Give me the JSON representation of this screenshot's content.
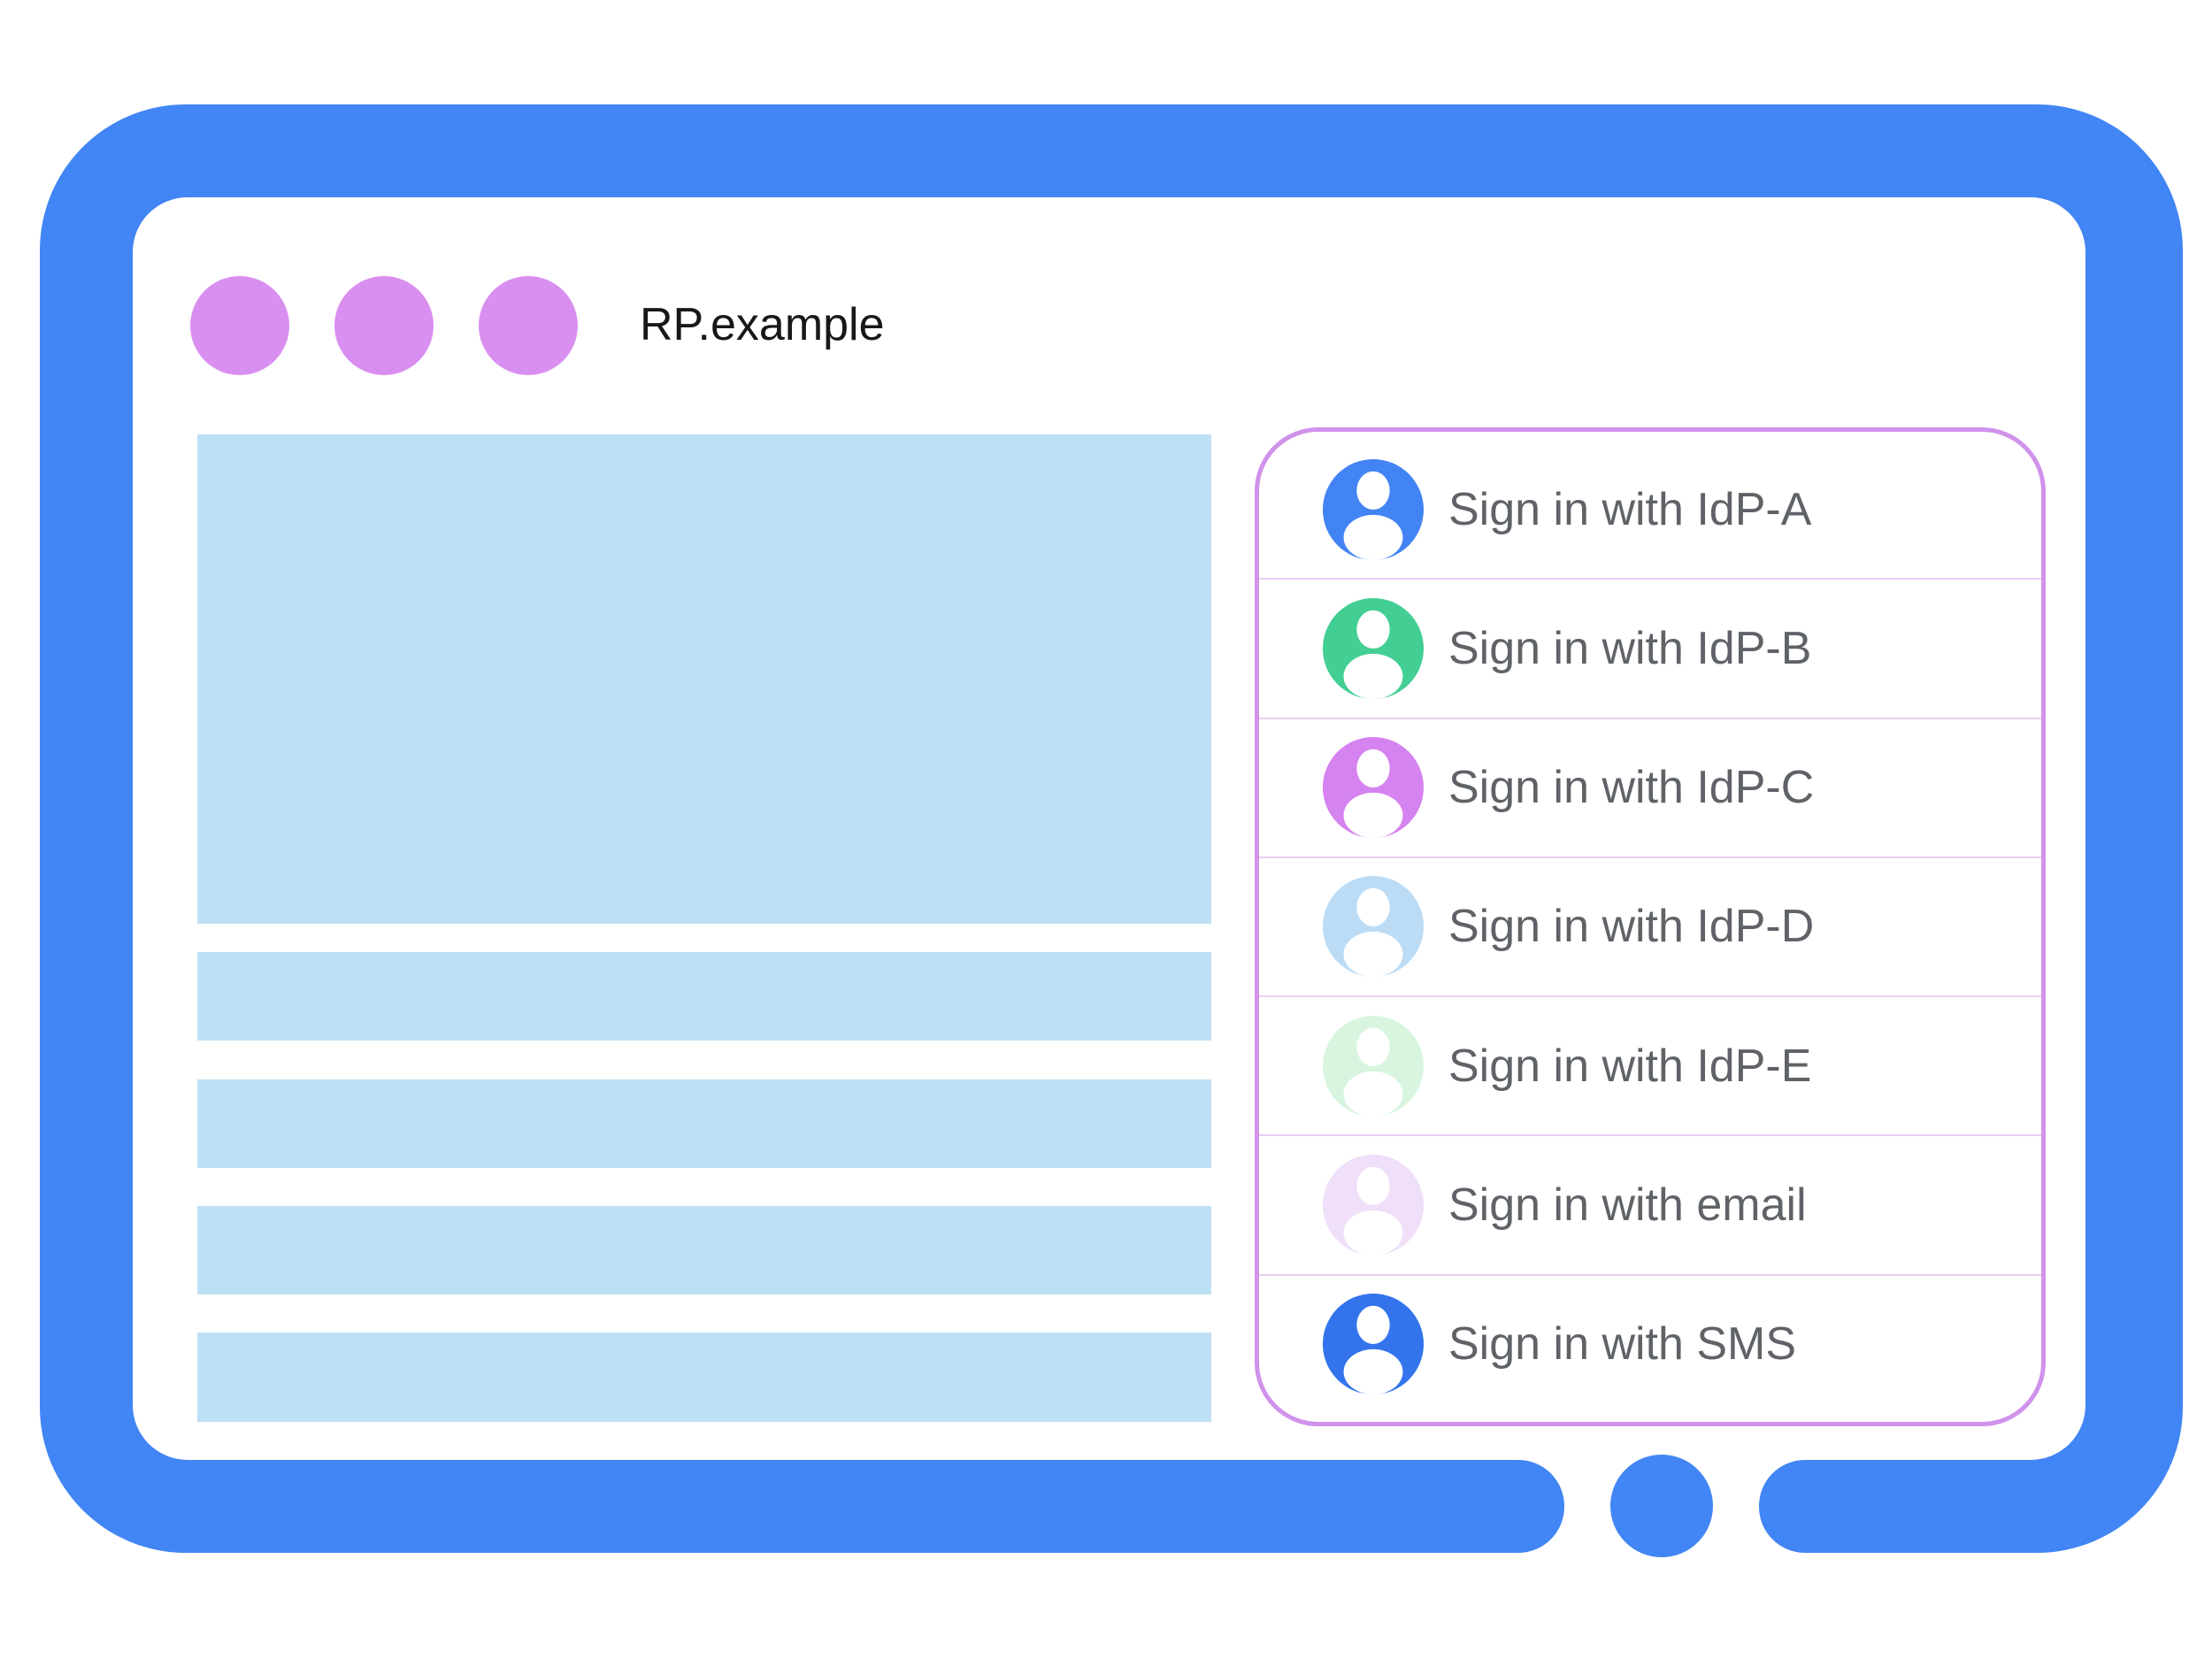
{
  "window": {
    "title": "RP.example",
    "control_dots": [
      "window-dot",
      "window-dot",
      "window-dot"
    ]
  },
  "signin_panel": {
    "items": [
      {
        "label": "Sign in with IdP-A",
        "avatar_icon": "person-icon",
        "avatar_color": "#4384f4"
      },
      {
        "label": "Sign in with IdP-B",
        "avatar_icon": "person-icon",
        "avatar_color": "#43ce93"
      },
      {
        "label": "Sign in with IdP-C",
        "avatar_icon": "person-icon",
        "avatar_color": "#d583f0"
      },
      {
        "label": "Sign in with IdP-D",
        "avatar_icon": "person-icon",
        "avatar_color": "#bcdcf6"
      },
      {
        "label": "Sign in with IdP-E",
        "avatar_icon": "person-icon",
        "avatar_color": "#d9f5df"
      },
      {
        "label": "Sign in with email",
        "avatar_icon": "person-icon",
        "avatar_color": "#efdff8"
      },
      {
        "label": "Sign in with SMS",
        "avatar_icon": "person-icon",
        "avatar_color": "#3374ed"
      }
    ]
  },
  "colors": {
    "frame": "#4285f4",
    "dot": "#d98ff0",
    "skeleton": "#bee0f5",
    "panel_border": "#d092eb",
    "divider": "#eacdf2",
    "row_text": "#5f6368",
    "title_text": "#17181a"
  }
}
